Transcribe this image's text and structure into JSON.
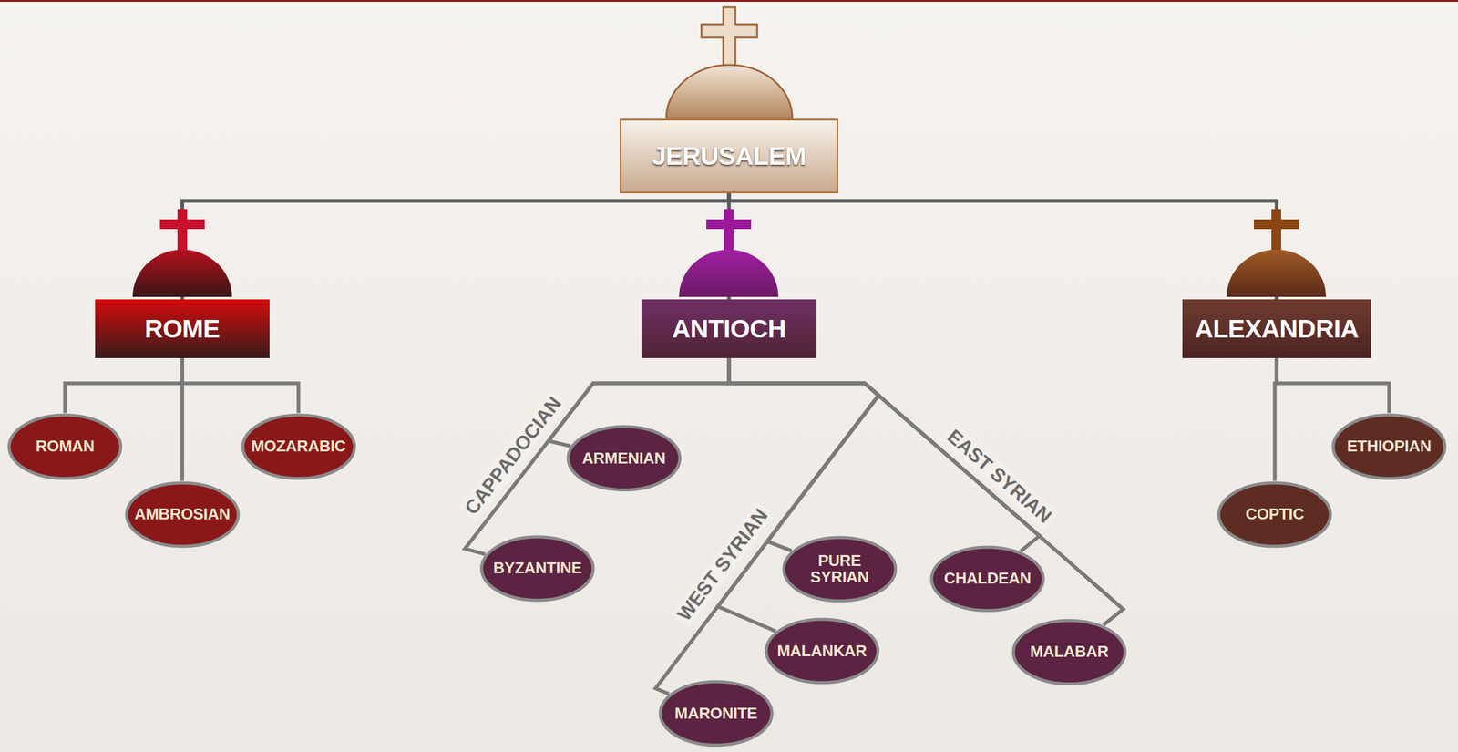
{
  "diagram": {
    "nodes": [
      {
        "text": [
          "JERUSALEM"
        ]
      },
      {
        "text": [
          "ROME"
        ]
      },
      {
        "text": [
          "ANTIOCH"
        ]
      },
      {
        "text": [
          "ALEXANDRIA"
        ]
      },
      {
        "text": [
          "ROMAN"
        ]
      },
      {
        "text": [
          "AMBROSIAN"
        ]
      },
      {
        "text": [
          "MOZARABIC"
        ]
      },
      {
        "text": [
          "ARMENIAN"
        ]
      },
      {
        "text": [
          "BYZANTINE"
        ]
      },
      {
        "text": [
          "PURE SYRIAN"
        ]
      },
      {
        "text": [
          "MALANKAR"
        ]
      },
      {
        "text": [
          "MARONITE"
        ]
      },
      {
        "text": [
          "CHALDEAN"
        ]
      },
      {
        "text": [
          "MALABAR"
        ]
      },
      {
        "text": [
          "COPTIC"
        ]
      },
      {
        "text": [
          "ETHIOPIAN"
        ]
      }
    ],
    "edges": [
      {
        "from": 0,
        "to": 1,
        "arrow": "none"
      },
      {
        "from": 0,
        "to": 2,
        "arrow": "none"
      },
      {
        "from": 0,
        "to": 3,
        "arrow": "none"
      },
      {
        "from": 1,
        "to": 4,
        "arrow": "none"
      },
      {
        "from": 1,
        "to": 5,
        "arrow": "none"
      },
      {
        "from": 1,
        "to": 6,
        "arrow": "none"
      },
      {
        "from": 2,
        "to": 7,
        "arrow": "none"
      },
      {
        "from": 2,
        "to": 8,
        "arrow": "none"
      },
      {
        "from": 2,
        "to": 9,
        "arrow": "none"
      },
      {
        "from": 2,
        "to": 10,
        "arrow": "none"
      },
      {
        "from": 2,
        "to": 11,
        "arrow": "none"
      },
      {
        "from": 2,
        "to": 12,
        "arrow": "none"
      },
      {
        "from": 2,
        "to": 13,
        "arrow": "none"
      },
      {
        "from": 3,
        "to": 14,
        "arrow": "none"
      },
      {
        "from": 3,
        "to": 15,
        "arrow": "none"
      }
    ],
    "labels": [
      "CAPPADOCIAN",
      "WEST SYRIAN",
      "EAST SYRIAN"
    ]
  }
}
